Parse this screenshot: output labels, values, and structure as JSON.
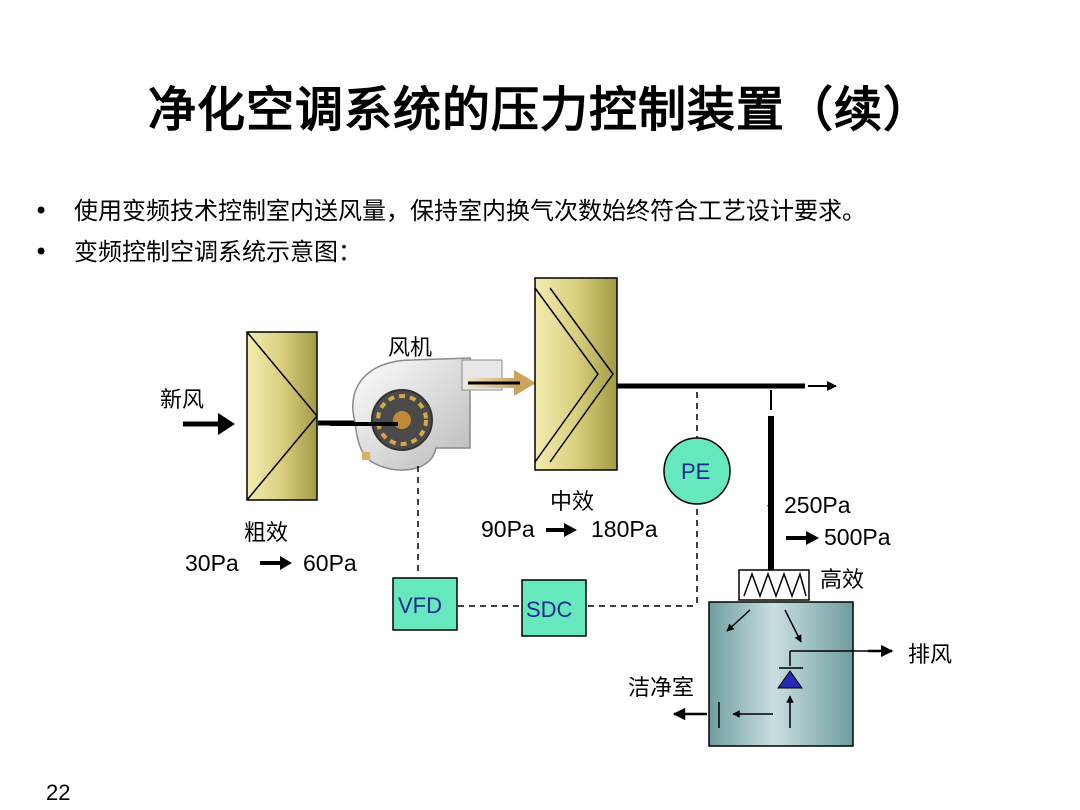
{
  "title": "净化空调系统的压力控制装置（续）",
  "bullets": [
    {
      "symbol": "•",
      "text": "使用变频技术控制室内送风量，保持室内换气次数始终符合工艺设计要求。"
    },
    {
      "symbol": "•",
      "text": "变频控制空调系统示意图："
    }
  ],
  "diagram": {
    "fresh_air": "新风",
    "fan": "风机",
    "coarse_filter": "粗效",
    "coarse_from": "30Pa",
    "coarse_to": "60Pa",
    "medium_filter": "中效",
    "medium_from": "90Pa",
    "medium_to": "180Pa",
    "hepa_filter": "高效",
    "hepa_from": "250Pa",
    "hepa_to": "500Pa",
    "pe": "PE",
    "vfd": "VFD",
    "sdc": "SDC",
    "exhaust": "排风",
    "cleanroom": "洁净室",
    "colors": {
      "filter_gold": "#d6cc78",
      "controller_green": "#66e8bf",
      "room_teal": "#8fb4b7",
      "damper_blue": "#2a2ab0"
    }
  },
  "page_number": "22"
}
